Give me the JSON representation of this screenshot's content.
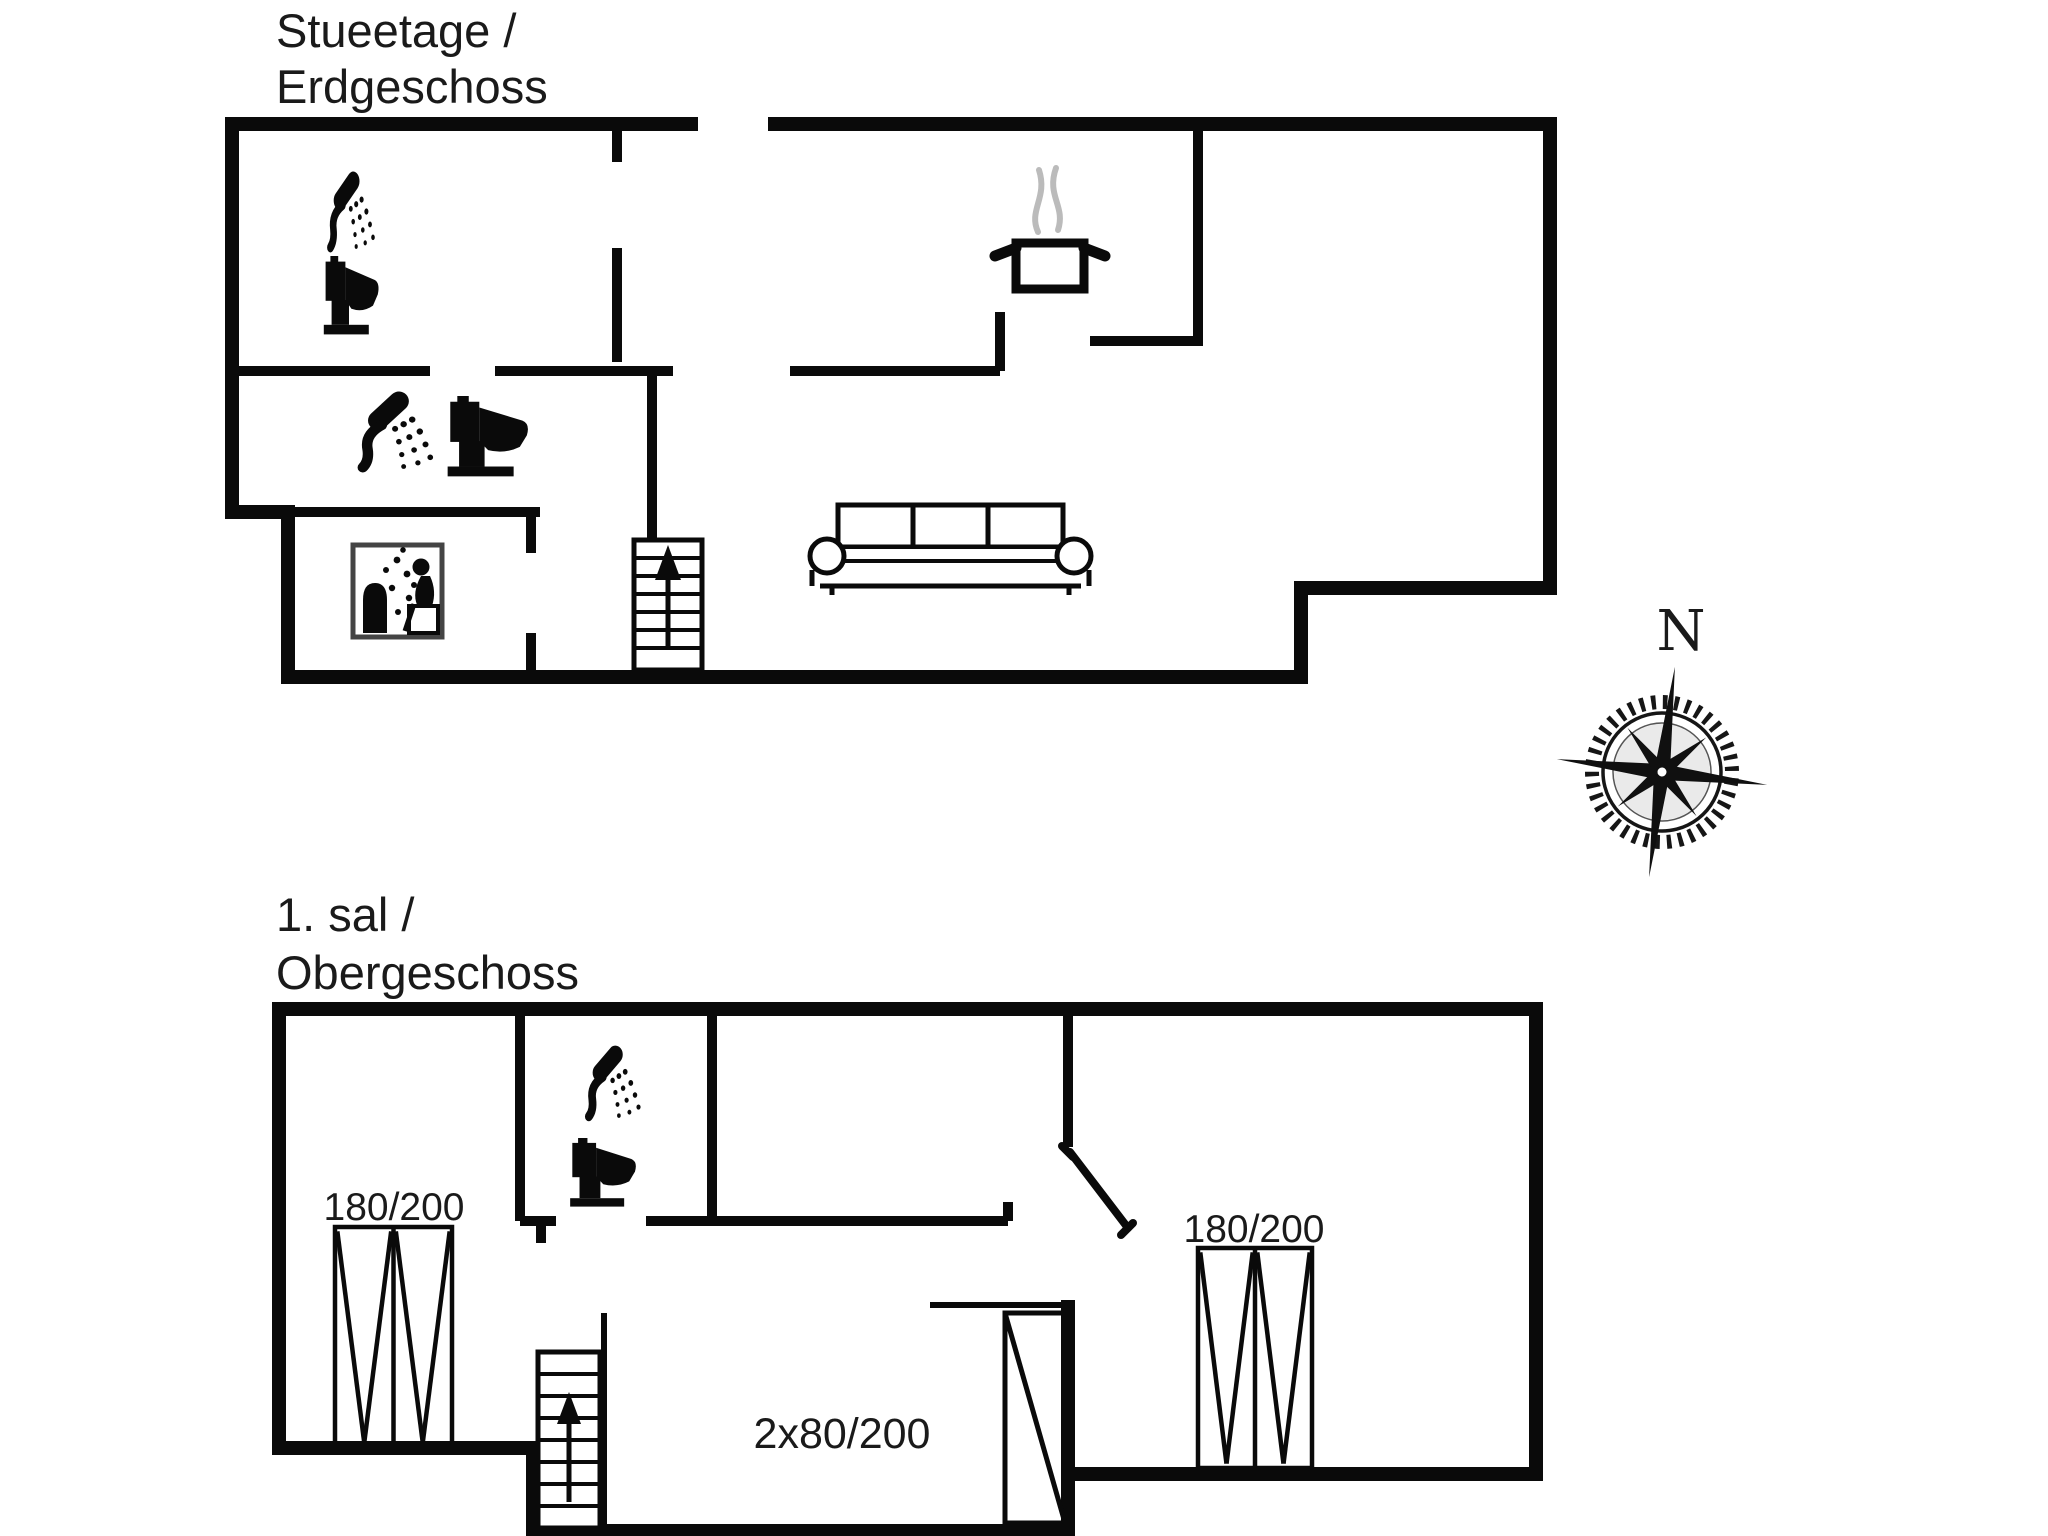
{
  "document_type": "floor-plan",
  "colors": {
    "walls": "#0a0a0a",
    "background": "#ffffff",
    "steam": "#bbbbbb"
  },
  "floors": [
    {
      "id": "ground-floor",
      "title_line1": "Stueetage /",
      "title_line2": "Erdgeschoss",
      "features": [
        "bathroom-with-shower-and-toilet",
        "second-bathroom-with-shower-and-toilet",
        "sauna-room",
        "staircase-up",
        "kitchen-with-stove-pot",
        "living-room-sofa"
      ]
    },
    {
      "id": "upper-floor",
      "title_line1": "1. sal /",
      "title_line2": "Obergeschoss",
      "labels": {
        "wardrobe_left": "180/200",
        "wardrobe_right": "180/200",
        "doors": "2x80/200"
      },
      "features": [
        "bathroom-with-shower-and-toilet",
        "two-wardrobes",
        "staircase-up",
        "door-swing"
      ]
    }
  ],
  "compass": {
    "north_label": "N"
  },
  "icons": {
    "shower": "shower-head-with-spray",
    "toilet": "toilet-silhouette",
    "sauna": "sauna-person-pictogram",
    "pot": "cooking-pot-with-steam",
    "sofa": "three-seat-sofa",
    "stairs": "stairs-with-up-arrow",
    "compass": "compass-rose"
  }
}
